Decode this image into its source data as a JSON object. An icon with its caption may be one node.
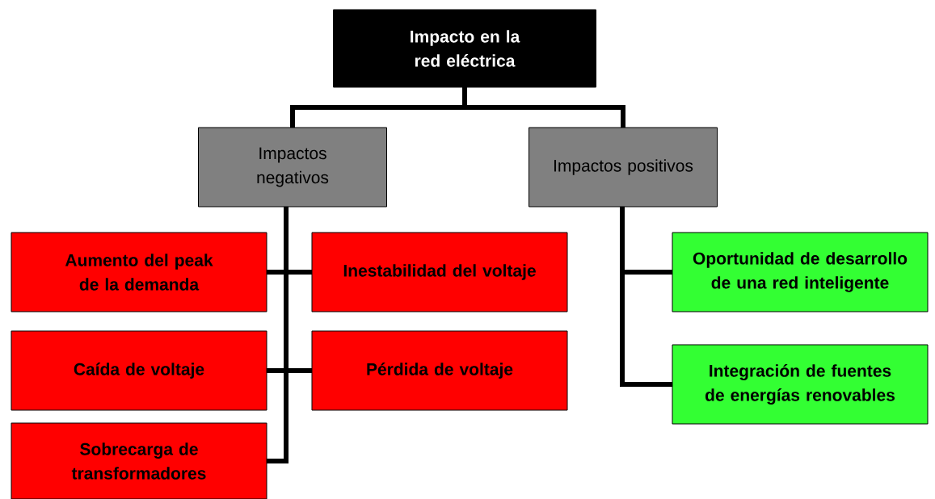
{
  "diagram": {
    "nodes": [
      {
        "text": [
          "Impacto en la red eléctrica"
        ]
      },
      {
        "text": [
          "Impactos negativos"
        ]
      },
      {
        "text": [
          "Impactos positivos"
        ]
      },
      {
        "text": [
          "Aumento del peak de la demanda"
        ]
      },
      {
        "text": [
          "Inestabilidad del voltaje"
        ]
      },
      {
        "text": [
          "Caída de voltaje"
        ]
      },
      {
        "text": [
          "Pérdida de voltaje"
        ]
      },
      {
        "text": [
          "Sobrecarga de transformadores"
        ]
      },
      {
        "text": [
          "Oportunidad de desarrollo de una red inteligente"
        ]
      },
      {
        "text": [
          "Integración de fuentes de energías renovables"
        ]
      }
    ],
    "edges": [
      {
        "from": 0,
        "to": 1,
        "arrow": "none"
      },
      {
        "from": 0,
        "to": 2,
        "arrow": "none"
      },
      {
        "from": 1,
        "to": 3,
        "arrow": "none"
      },
      {
        "from": 1,
        "to": 4,
        "arrow": "none"
      },
      {
        "from": 1,
        "to": 5,
        "arrow": "none"
      },
      {
        "from": 1,
        "to": 6,
        "arrow": "none"
      },
      {
        "from": 1,
        "to": 7,
        "arrow": "none"
      },
      {
        "from": 2,
        "to": 8,
        "arrow": "none"
      },
      {
        "from": 2,
        "to": 9,
        "arrow": "none"
      }
    ]
  }
}
